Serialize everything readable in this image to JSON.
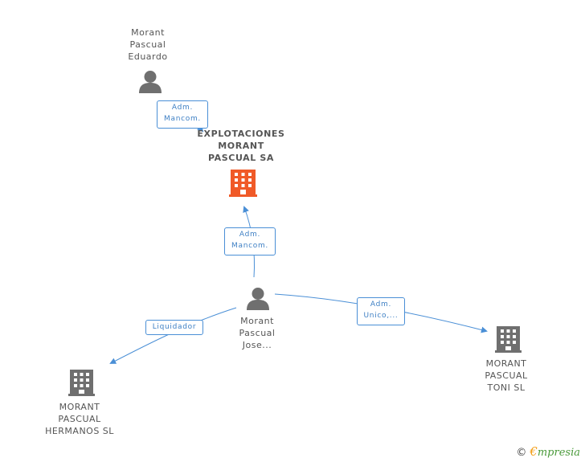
{
  "colors": {
    "edge": "#4a8fd6",
    "person_icon": "#6f6f6f",
    "company_icon": "#6f6f6f",
    "main_company_icon": "#f05a28"
  },
  "nodes": {
    "eduardo": {
      "label": "Morant\nPascual\nEduardo",
      "icon": "person-icon"
    },
    "main": {
      "label": "EXPLOTACIONES\nMORANT\nPASCUAL SA",
      "icon": "building-icon"
    },
    "jose": {
      "label": "Morant\nPascual\nJose...",
      "icon": "person-icon"
    },
    "hermanos": {
      "label": "MORANT\nPASCUAL\nHERMANOS SL",
      "icon": "building-icon"
    },
    "toni": {
      "label": "MORANT\nPASCUAL\nTONI SL",
      "icon": "building-icon"
    }
  },
  "edges": {
    "eduardo_main": {
      "label": "Adm.\nMancom."
    },
    "jose_main": {
      "label": "Adm.\nMancom."
    },
    "jose_hermanos": {
      "label": "Liquidador"
    },
    "jose_toni": {
      "label": "Adm.\nUnico,..."
    }
  },
  "footer": {
    "copyright": "©",
    "brand_initial": "€",
    "brand_rest": "mpresia"
  }
}
